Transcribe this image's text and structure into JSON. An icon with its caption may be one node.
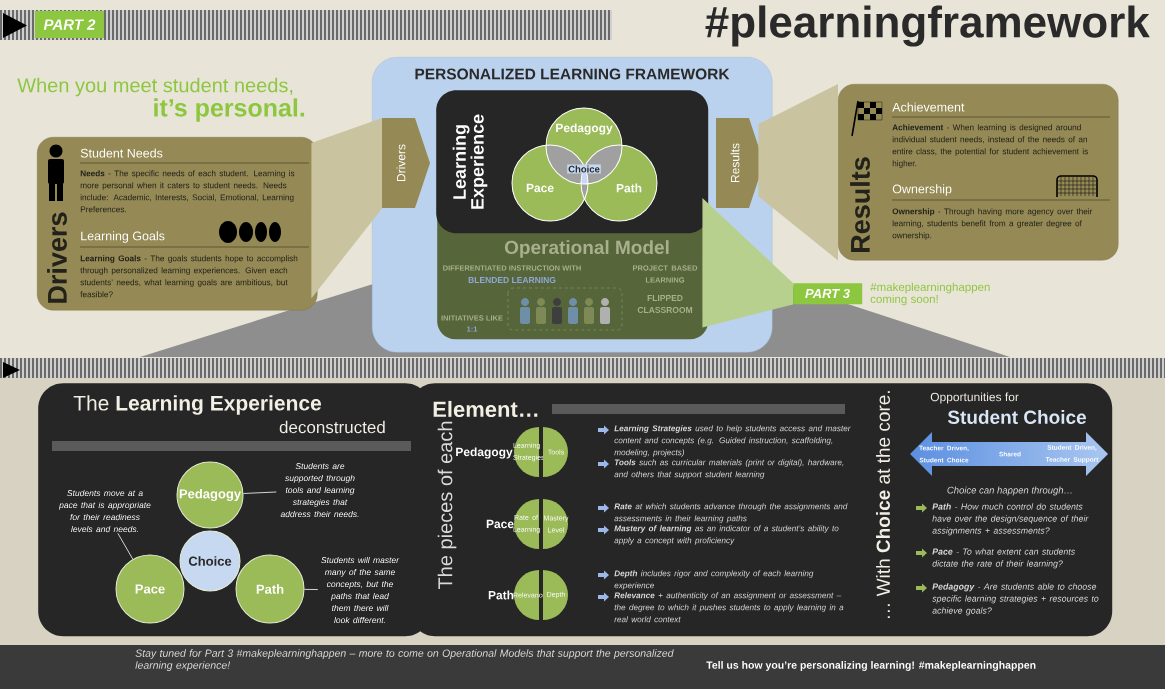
{
  "diagram": {
    "title": "#plearningframework",
    "nodes": [
      {
        "text": [
          "Drivers",
          "Student Needs",
          "**Needs** - The specific needs of each student. Learning is more personal when it caters to student needs. Needs include: Academic, Interests, Social, Emotional, Learning Preferences.",
          "Learning Goals",
          "**Learning Goals** - The goals students hope to accomplish through personalized learning experiences. Given each students’ needs, what learning goals are ambitious, but feasible?"
        ]
      },
      {
        "text": [
          "PERSONALIZED LEARNING FRAMEWORK"
        ]
      },
      {
        "text": [
          "Drivers"
        ],
        "in": 1
      },
      {
        "text": [
          "Learning Experience"
        ],
        "in": 1
      },
      {
        "text": [
          "Pedagogy"
        ],
        "in": 3
      },
      {
        "text": [
          "Choice"
        ],
        "in": 3
      },
      {
        "text": [
          "Pace"
        ],
        "in": 3
      },
      {
        "text": [
          "Path"
        ],
        "in": 3
      },
      {
        "text": [
          "Operational Model",
          "DIFFERENTIATED INSTRUCTION WITH",
          "BLENDED LEARNING",
          "PROJECT BASED LEARNING",
          "FLIPPED CLASSROOM",
          "INITIATIVES LIKE",
          "1:1"
        ],
        "in": 1
      },
      {
        "text": [
          "Results"
        ],
        "in": 1
      },
      {
        "text": [
          "Results",
          "Achievement",
          "**Achievement** - When learning is designed around individual student needs, instead of the needs of an entire class, the potential for student achievement is higher.",
          "Ownership",
          "**Ownership** - Through having more agency over their learning, students benefit from a greater degree of ownership."
        ]
      },
      {
        "text": [
          "PART 3"
        ],
        "beside": [
          "#makeplearninghappen coming soon!"
        ]
      },
      {
        "text": [
          "The **Learning Experience**",
          "deconstructed"
        ]
      },
      {
        "text": [
          "Pedagogy"
        ],
        "in": 12
      },
      {
        "text": [
          "Choice"
        ],
        "in": 12
      },
      {
        "text": [
          "Pace"
        ],
        "in": 12
      },
      {
        "text": [
          "Path"
        ],
        "in": 12
      },
      {
        "text": [
          "Students are supported through tools and learning strategies that address their needs."
        ],
        "in": 12
      },
      {
        "text": [
          "Students move at a pace that is appropriate for their readiness levels and needs."
        ],
        "in": 12
      },
      {
        "text": [
          "Students will master many of the same concepts, but the paths that lead them there will look different."
        ],
        "in": 12
      },
      {
        "text": [
          "Element…",
          "The pieces of each",
          "… With **Choice** at the core.",
          "Opportunities for",
          "Student Choice"
        ]
      },
      {
        "text": [
          "Learning Strategies"
        ],
        "in": 20
      },
      {
        "text": [
          "Tools"
        ],
        "in": 20
      },
      {
        "text": [
          "Rate of Learning"
        ],
        "in": 20
      },
      {
        "text": [
          "Mastery Level"
        ],
        "in": 20
      },
      {
        "text": [
          "Relevance"
        ],
        "in": 20
      },
      {
        "text": [
          "Depth"
        ],
        "in": 20
      },
      {
        "text": [
          "Teacher Driven, Student Choice",
          "Shared",
          "Student Driven, Teacher Support"
        ],
        "in": 20
      }
    ],
    "edges": [
      {
        "from": 0,
        "to": 2,
        "arrow": "none",
        "style": "thick",
        "color": "#c9c3a0"
      },
      {
        "from": 9,
        "to": 10,
        "arrow": "none",
        "style": "thick",
        "color": "#c9c3a0"
      },
      {
        "from": 8,
        "to": 11,
        "arrow": "none",
        "style": "thick",
        "color": "#b8d08e"
      },
      {
        "from": 17,
        "to": 13,
        "arrow": "none",
        "color": "#ffffff"
      },
      {
        "from": 18,
        "to": 15,
        "arrow": "none",
        "color": "#ffffff"
      },
      {
        "from": 19,
        "to": 16,
        "arrow": "none",
        "color": "#ffffff"
      }
    ],
    "labels": [
      "PART 2",
      "When you meet student needs,",
      "it’s personal.",
      "Pedagogy",
      "**Learning Strategies** used to help students access and master content and concepts (e.g. Guided instruction, scaffolding, modeling, projects)",
      "**Tools** such as curricular materials (print or digital), hardware, and others that support student learning",
      "Pace",
      "**Rate** at which students advance through the assignments and assessments in their learning paths",
      "**Mastery of learning** as an indicator of a student’s ability to apply a concept with proficiency",
      "Path",
      "**Depth** includes rigor and complexity of each learning experience",
      "**Relevance** + authenticity of an assignment or assessment – the degree to which it pushes students to apply learning in a real world context",
      "Choice can happen through…",
      "**Path** - How much control do students have over the design/sequence of their assignments + assessments?",
      "**Pace** - To what extent can students dictate the rate of their learning?",
      "**Pedagogy** - Are students able to choose specific learning strategies + resources to achieve goals?",
      "Stay tuned for Part 3 #makeplearninghappen – more to come on Operational Models that support the personalized learning experience!",
      "Tell us how you’re personalizing learning! #makeplearninghappen"
    ]
  }
}
